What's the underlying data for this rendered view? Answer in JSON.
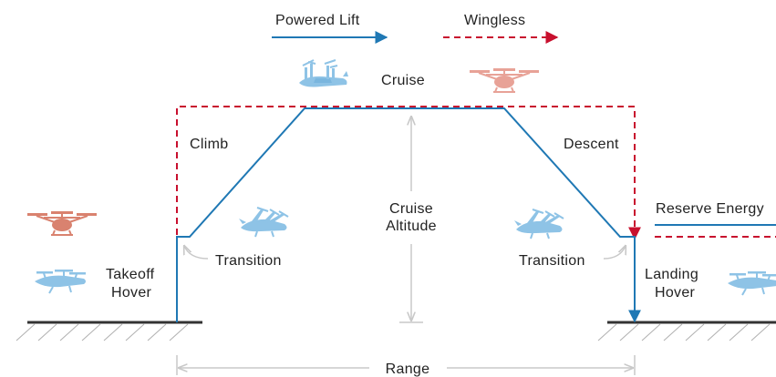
{
  "legend": {
    "powered_lift": "Powered Lift",
    "wingless": "Wingless"
  },
  "labels": {
    "cruise": "Cruise",
    "climb": "Climb",
    "descent": "Descent",
    "cruise_altitude_line1": "Cruise",
    "cruise_altitude_line2": "Altitude",
    "transition_left": "Transition",
    "transition_right": "Transition",
    "takeoff_line1": "Takeoff",
    "takeoff_line2": "Hover",
    "landing_line1": "Landing",
    "landing_line2": "Hover",
    "reserve_energy": "Reserve Energy",
    "range": "Range"
  },
  "colors": {
    "powered_lift": "#1f78b4",
    "wingless": "#c8102e",
    "aircraft_blue": "#8ec3e6",
    "aircraft_red": "#d9826f",
    "ground": "#333333",
    "hatch": "#b0b0b0",
    "dimension": "#c8c8c8",
    "text": "#222222"
  },
  "icons": {
    "powered_lift_aircraft": "tilt-rotor-aircraft-icon",
    "wingless_aircraft": "multicopter-icon"
  }
}
